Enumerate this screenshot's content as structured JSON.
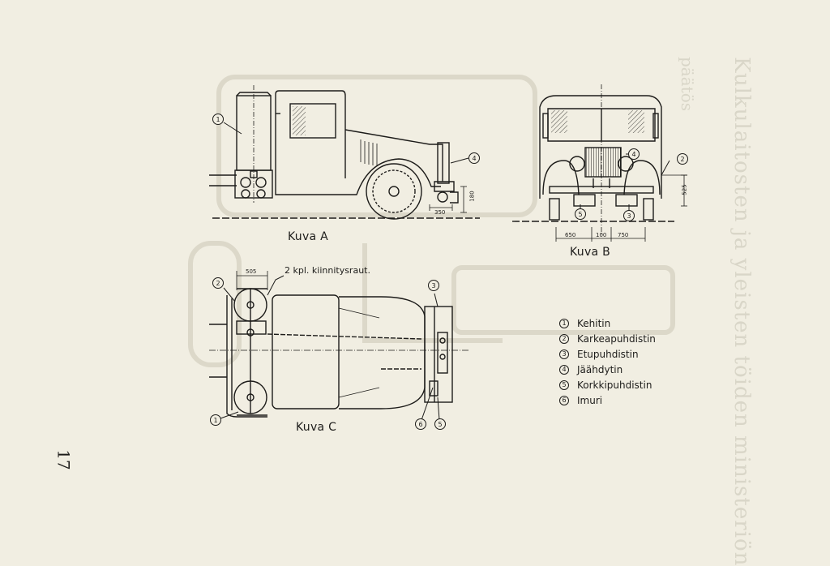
{
  "figures": {
    "a_label": "Kuva A",
    "b_label": "Kuva B",
    "c_label": "Kuva C"
  },
  "callouts": {
    "fastener_note": "2 kpl. kiinnitysraut."
  },
  "dimensions": {
    "a_height": "180",
    "a_length": "350",
    "b_height": "525",
    "b_left": "650",
    "b_mid": "100",
    "b_right": "750",
    "c_top": "505"
  },
  "markers": [
    "1",
    "2",
    "3",
    "4",
    "5",
    "6"
  ],
  "legend": [
    {
      "num": "1",
      "text": "Kehitin"
    },
    {
      "num": "2",
      "text": "Karkeapuhdistin"
    },
    {
      "num": "3",
      "text": "Etupuhdistin"
    },
    {
      "num": "4",
      "text": "Jäähdytin"
    },
    {
      "num": "5",
      "text": "Korkkipuhdistin"
    },
    {
      "num": "6",
      "text": "Imuri"
    }
  ],
  "page_number": "17",
  "show_through": {
    "title": "Kulkulaitosten ja yleisten töiden ministeriön",
    "subtitle": "päätös"
  }
}
